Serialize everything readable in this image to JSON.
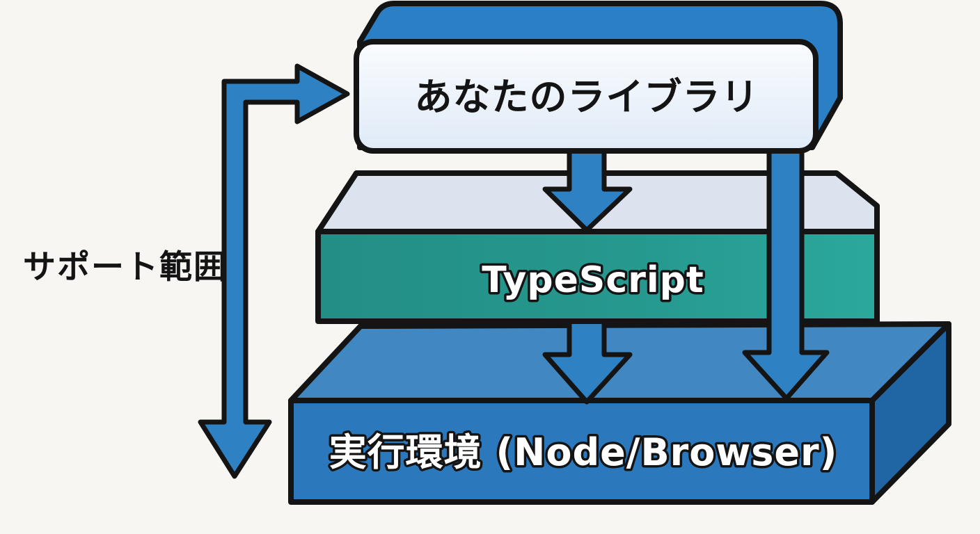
{
  "diagram": {
    "boxes": [
      {
        "id": "library",
        "label": "あなたのライブラリ"
      },
      {
        "id": "typescript",
        "label": "TypeScript"
      },
      {
        "id": "runtime",
        "label": "実行環境 (Node/Browser)"
      }
    ],
    "side_label": "サポート範囲",
    "arrows": [
      {
        "id": "support-scope-arrow"
      },
      {
        "id": "arrow-library-to-typescript"
      },
      {
        "id": "arrow-typescript-to-runtime"
      },
      {
        "id": "arrow-library-to-runtime"
      }
    ],
    "colors": {
      "background": "#f7f6f2",
      "outline": "#141414",
      "arrow_blue": "#2e82c4",
      "library_back": "#2b80c5",
      "library_front": "#eef3fb",
      "typescript_top": "#dde3ee",
      "typescript_front": "#26988e",
      "runtime_top": "#4187c1",
      "runtime_front": "#2b79bc",
      "runtime_side": "#2166a4",
      "text_dark": "#141414",
      "text_light": "#ffffff"
    }
  }
}
